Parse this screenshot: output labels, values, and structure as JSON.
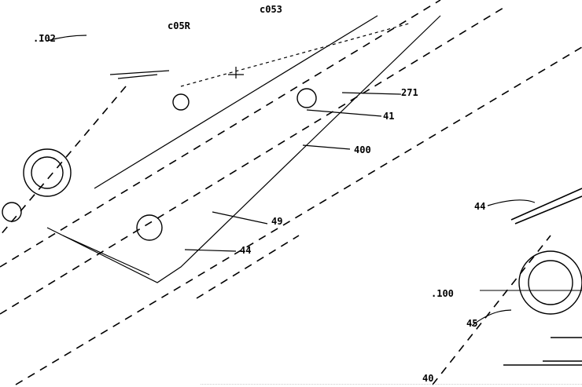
{
  "figure": {
    "labels": {
      "l102": ".I02",
      "l305": "c05R",
      "l306": "c053",
      "l271": "271",
      "l41": "41",
      "l400": "400",
      "l49": "49",
      "l44a": "44",
      "l44b": "44",
      "l100": ".100",
      "l45": "45",
      "l40": "40"
    },
    "ink_color": "#000000"
  }
}
